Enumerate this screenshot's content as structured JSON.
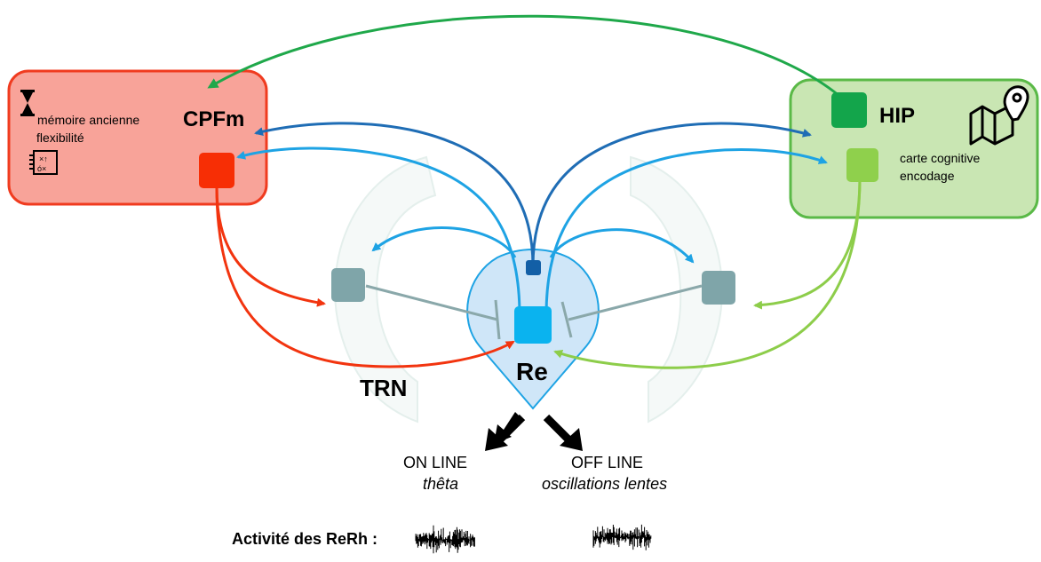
{
  "cpfm": {
    "title": "CPFm",
    "line1": "mémoire ancienne",
    "line2": "flexibilité",
    "icons": [
      "hourglass-icon",
      "strategy-board-icon"
    ],
    "fill": "#f8a399",
    "stroke": "#f03b1f",
    "node_color": "#f72e05"
  },
  "hip": {
    "title": "HIP",
    "line1": "carte cognitive",
    "line2": "encodage",
    "icons": [
      "map-pin-icon"
    ],
    "fill": "#c9e6b3",
    "stroke": "#5ab947",
    "node_dark": "#13a54b",
    "node_light": "#8fd04c"
  },
  "re": {
    "label": "Re",
    "fill": "#cfe6f8",
    "node_color": "#0ab3ef",
    "small_node_color": "#135fa6"
  },
  "trn": {
    "label": "TRN",
    "node_color": "#7fa5a9"
  },
  "outputs": {
    "online_title": "ON LINE",
    "online_sub": "thêta",
    "offline_title": "OFF LINE",
    "offline_sub": "oscillations lentes"
  },
  "activity_label": "Activité des ReRh :",
  "colors": {
    "dark_blue": "#1f6db5",
    "light_blue": "#1ea3e4",
    "red": "#f2340f",
    "green_top": "#1fa84a",
    "green_light": "#8dcd4a",
    "inhibit": "#8aa8aa"
  }
}
